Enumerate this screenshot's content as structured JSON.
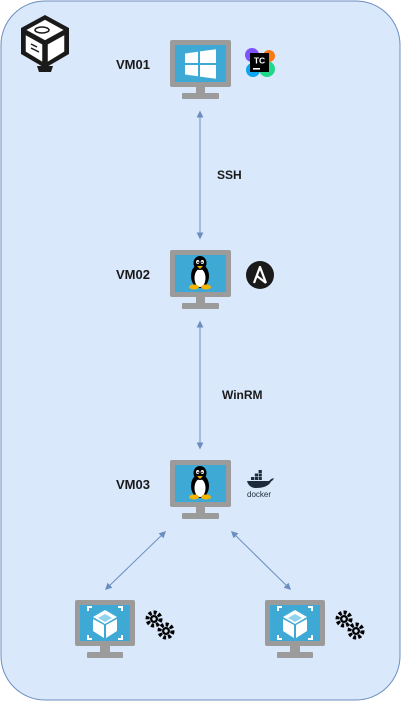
{
  "diagram": {
    "background_color": "#dae8fc",
    "border_color": "#6c8ebf",
    "connector_color": "#6c8ebf",
    "monitor_frame_color": "#999999",
    "screen_color": "#3fa9d6",
    "virtualbox_icon": "virtualbox-logo-icon",
    "nodes": [
      {
        "name": "VM01",
        "os_icon": "windows-icon",
        "tool_icon": "teamcity-icon",
        "tool_text": "TC"
      },
      {
        "name": "VM02",
        "os_icon": "linux-tux-icon",
        "tool_icon": "ansible-icon",
        "tool_text": "A"
      },
      {
        "name": "VM03",
        "os_icon": "linux-tux-icon",
        "tool_icon": "docker-icon",
        "tool_text": "docker"
      },
      {
        "name": "",
        "os_icon": "container-cube-icon",
        "tool_icon": "gears-icon"
      },
      {
        "name": "",
        "os_icon": "container-cube-icon",
        "tool_icon": "gears-icon"
      }
    ],
    "connections": [
      {
        "from": "VM01",
        "to": "VM02",
        "label": "SSH"
      },
      {
        "from": "VM02",
        "to": "VM03",
        "label": "WinRM"
      },
      {
        "from": "VM03",
        "to": "container-left",
        "label": ""
      },
      {
        "from": "VM03",
        "to": "container-right",
        "label": ""
      }
    ]
  }
}
